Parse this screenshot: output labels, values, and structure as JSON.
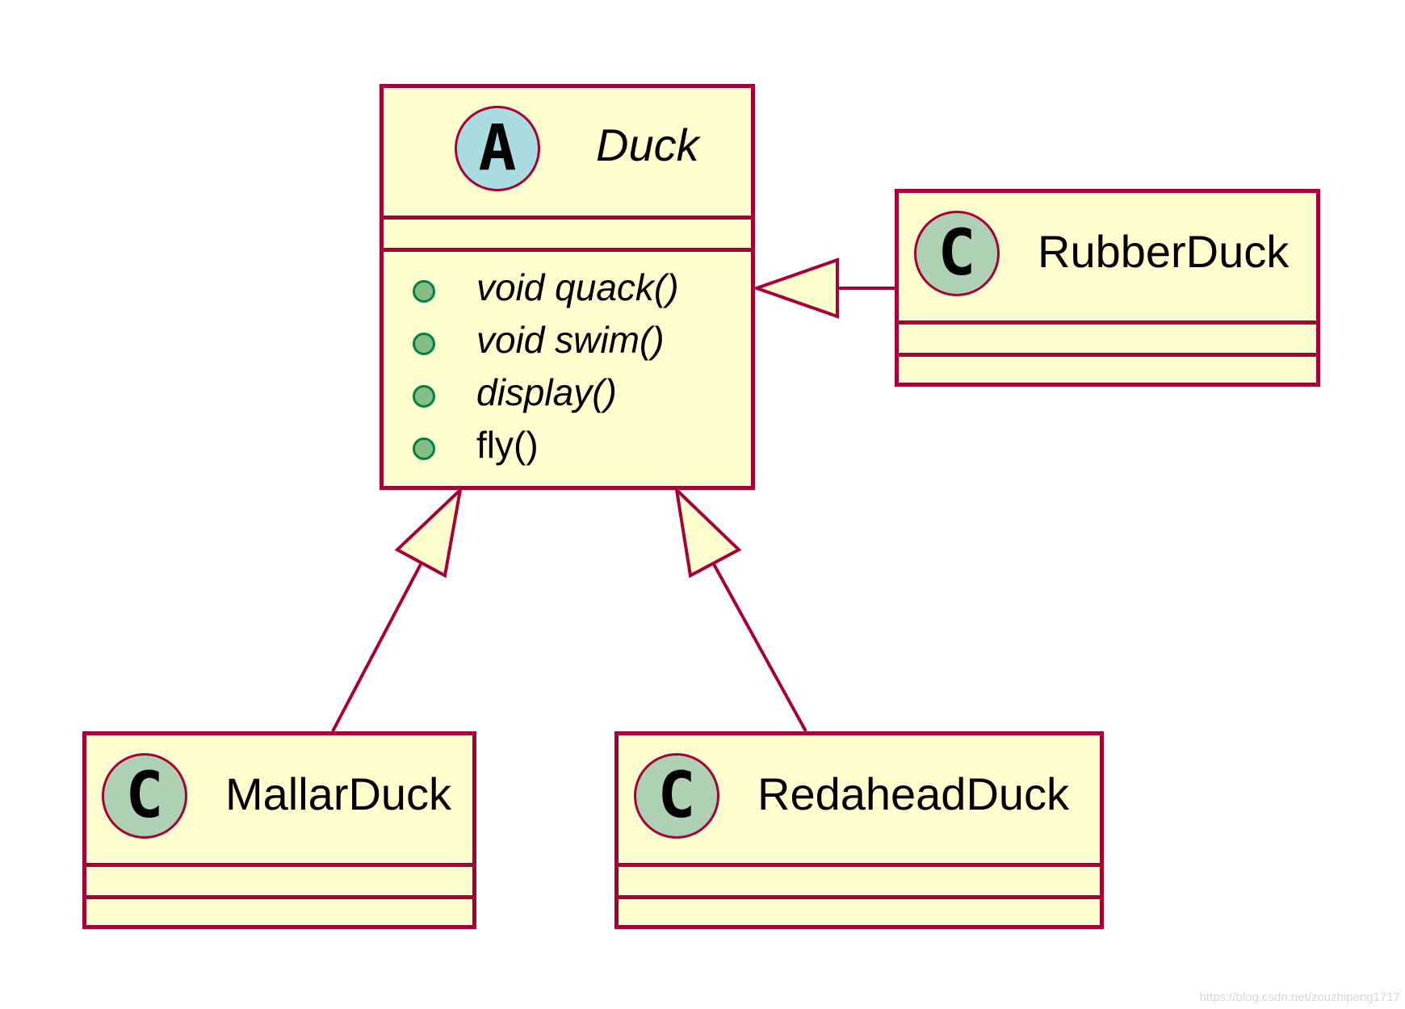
{
  "diagram": {
    "classes": {
      "duck": {
        "stereotype": "A",
        "name": "Duck",
        "members": [
          {
            "text": "void quack()",
            "abstract": true
          },
          {
            "text": "void swim()",
            "abstract": true
          },
          {
            "text": "display()",
            "abstract": true
          },
          {
            "text": "fly()",
            "abstract": false
          }
        ]
      },
      "rubber_duck": {
        "stereotype": "C",
        "name": "RubberDuck"
      },
      "mallar_duck": {
        "stereotype": "C",
        "name": "MallarDuck"
      },
      "redahead_duck": {
        "stereotype": "C",
        "name": "RedaheadDuck"
      }
    },
    "relations": [
      {
        "from": "RubberDuck",
        "to": "Duck",
        "type": "inheritance"
      },
      {
        "from": "MallarDuck",
        "to": "Duck",
        "type": "inheritance"
      },
      {
        "from": "RedaheadDuck",
        "to": "Duck",
        "type": "inheritance"
      }
    ]
  },
  "watermark": "https://blog.csdn.net/zouzhipeng1717",
  "colors": {
    "border": "#a80036",
    "class_fill": "#fefece",
    "abstract_badge": "#a9dcdf",
    "class_badge": "#add1b2",
    "public_method_dot": "#84be84"
  }
}
